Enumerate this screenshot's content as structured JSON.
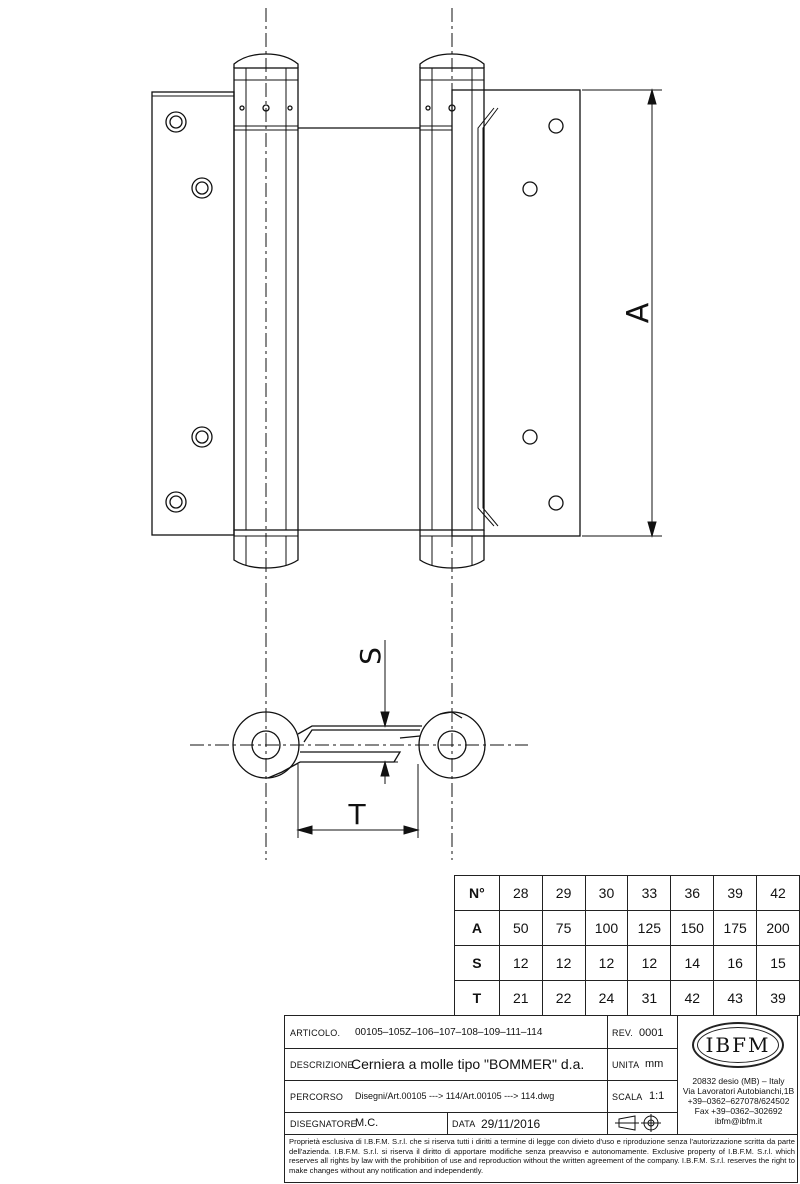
{
  "dimension_labels": {
    "a": "A",
    "s": "S",
    "t": "T"
  },
  "table": {
    "rows": [
      {
        "label": "N°",
        "values": [
          "28",
          "29",
          "30",
          "33",
          "36",
          "39",
          "42"
        ]
      },
      {
        "label": "A",
        "values": [
          "50",
          "75",
          "100",
          "125",
          "150",
          "175",
          "200"
        ]
      },
      {
        "label": "S",
        "values": [
          "12",
          "12",
          "12",
          "12",
          "14",
          "16",
          "15"
        ]
      },
      {
        "label": "T",
        "values": [
          "21",
          "22",
          "24",
          "31",
          "42",
          "43",
          "39"
        ]
      }
    ]
  },
  "title_block": {
    "articolo_label": "ARTICOLO.",
    "articolo_value": "00105–105Z–106–107–108–109–111–114",
    "rev_label": "REV.",
    "rev_value": "0001",
    "descrizione_label": "DESCRIZIONE",
    "descrizione_value": "Cerniera a molle tipo \"BOMMER\" d.a.",
    "unita_label": "UNITA",
    "unita_value": "mm",
    "percorso_label": "PERCORSO",
    "percorso_value": "Disegni/Art.00105 ---> 114/Art.00105 ---> 114.dwg",
    "scala_label": "SCALA",
    "scala_value": "1:1",
    "disegnatore_label": "DISEGNATORE",
    "disegnatore_value": "M.C.",
    "data_label": "DATA",
    "data_value": "29/11/2016",
    "logo_text": "IBFM",
    "address_lines": [
      "20832 desio (MB) – Italy",
      "Via Lavoratori Autobianchi,1B",
      "+39–0362–627078/624502",
      "Fax +39–0362–302692",
      "ibfm@ibfm.it"
    ],
    "disclaimer": "Proprietà esclusiva di I.B.F.M. S.r.l. che si riserva tutti i diritti a termine di legge con divieto d'uso e riproduzione senza l'autorizzazione scritta da parte dell'azienda. I.B.F.M. S.r.l. si riserva il diritto di apportare modifiche senza preavviso e autonomamente. Exclusive property of I.B.F.M. S.r.l. which reserves all rights by law with the prohibition of use and reproduction without the written agreement of the company. I.B.F.M. S.r.l. reserves the right to make changes without any notification and independently."
  }
}
